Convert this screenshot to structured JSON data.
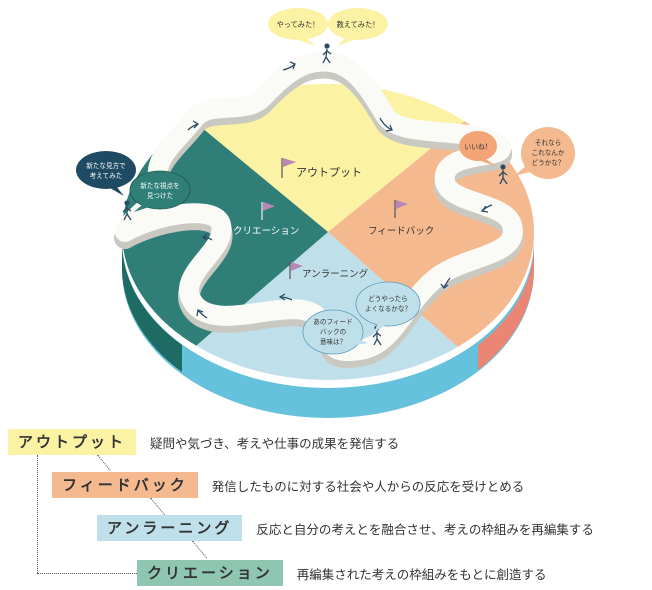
{
  "quadrants": {
    "output": "アウトプット",
    "feedback": "フィードバック",
    "unlearning": "アンラーニング",
    "creation": "クリエーション"
  },
  "bubbles": {
    "tried": "やってみた！",
    "taught": "教えてみた！",
    "nice": "いいね！",
    "then_this": [
      "それなら",
      "これなんか",
      "どうかな？"
    ],
    "how_better": [
      "どうやったら",
      "よくなるかな？"
    ],
    "meaning": [
      "あのフィード",
      "バックの",
      "意味は？"
    ],
    "new_viewpoint": [
      "新たな視点を",
      "見つけた"
    ],
    "new_perspective": [
      "新たな見方で",
      "考えてみた"
    ]
  },
  "legend": [
    {
      "label": "アウトプット",
      "desc": "疑問や気づき、考えや仕事の成果を発信する",
      "color": "#fbf2a3"
    },
    {
      "label": "フィードバック",
      "desc": "発信したものに対する社会や人からの反応を受けとめる",
      "color": "#f4b98f"
    },
    {
      "label": "アンラーニング",
      "desc": "反応と自分の考えとを融合させ、考えの枠組みを再編集する",
      "color": "#bfe0ea"
    },
    {
      "label": "クリエーション",
      "desc": "再編集された考えの枠組みをもとに創造する",
      "color": "#8fc6b2"
    }
  ],
  "colors": {
    "output": "#fbf2a3",
    "feedback": "#f4b98f",
    "unlearning": "#bfe0ea",
    "creation": "#2f7f78",
    "flag": "#b887b5"
  }
}
